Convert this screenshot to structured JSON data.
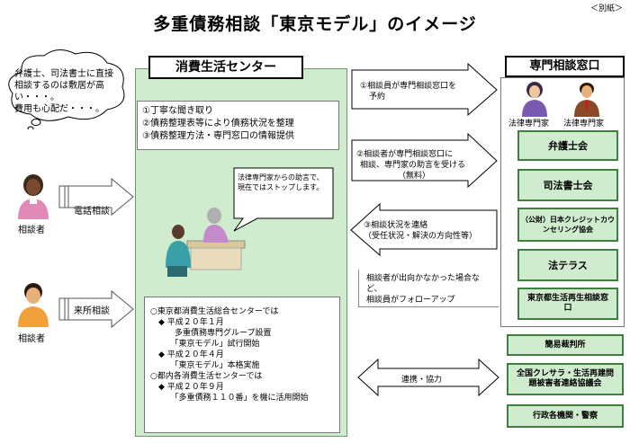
{
  "title": "多重債務相談「東京モデル」のイメージ",
  "attachment": "＜別紙＞",
  "cloud": {
    "lines": [
      "弁護士、司法書士に直接",
      "相談するのは敷居が高",
      "い・・・。",
      "費用も心配だ・・・。"
    ]
  },
  "consumer_center": {
    "heading": "消費生活センター",
    "steps": [
      "①丁寧な聞き取り",
      "②債務整理表等により債務状況を整理",
      "③債務整理方法・専門窓口の情報提供"
    ],
    "bubble_lines": [
      "法律専門家からの助言で、",
      "現在ではストップします。"
    ],
    "bottom_lines": [
      "○東京都消費生活総合センターでは",
      "　◆ 平成２０年１月",
      "　　　多重債務専門グループ設置",
      "　　　「東京モデル」試行開始",
      "　◆ 平成２０年４月",
      "　　　「東京モデル」本格実施",
      "○都内各消費生活センターでは",
      "　◆ 平成２０年９月",
      "　　　「多重債務１１０番」を機に活用開始"
    ]
  },
  "consultants": [
    {
      "label": "相談者",
      "channel": "電話相談"
    },
    {
      "label": "相談者",
      "channel": "来所相談"
    }
  ],
  "flows": {
    "to_expert": [
      "①相談員が専門相談窓口を",
      "予約"
    ],
    "advice": [
      "②相談者が専門相談窓口に",
      "相談、専門家の助言を受ける",
      "（無料）"
    ],
    "report": [
      "③相談状況を連絡",
      "（受任状況・解決の方向性等）"
    ],
    "followup": [
      "相談者が出向かなかった場合など、",
      "相談員がフォローアップ"
    ],
    "cooperation": "連携・協力"
  },
  "expert_window": {
    "heading": "専門相談窓口",
    "lawyer_labels": [
      "法律専門家",
      "法律専門家"
    ],
    "agencies": [
      "弁護士会",
      "司法書士会",
      "（公財）日本クレジットカウンセリング協会",
      "法テラス",
      "東京都生活再生相談窓口"
    ]
  },
  "partners": [
    "簡易裁判所",
    "全国クレサラ・生活再建問題被害者連絡協議会",
    "行政各機関・警察"
  ],
  "colors": {
    "panel_green": "#cfeccf",
    "agency_border": "#3f7f3f"
  }
}
